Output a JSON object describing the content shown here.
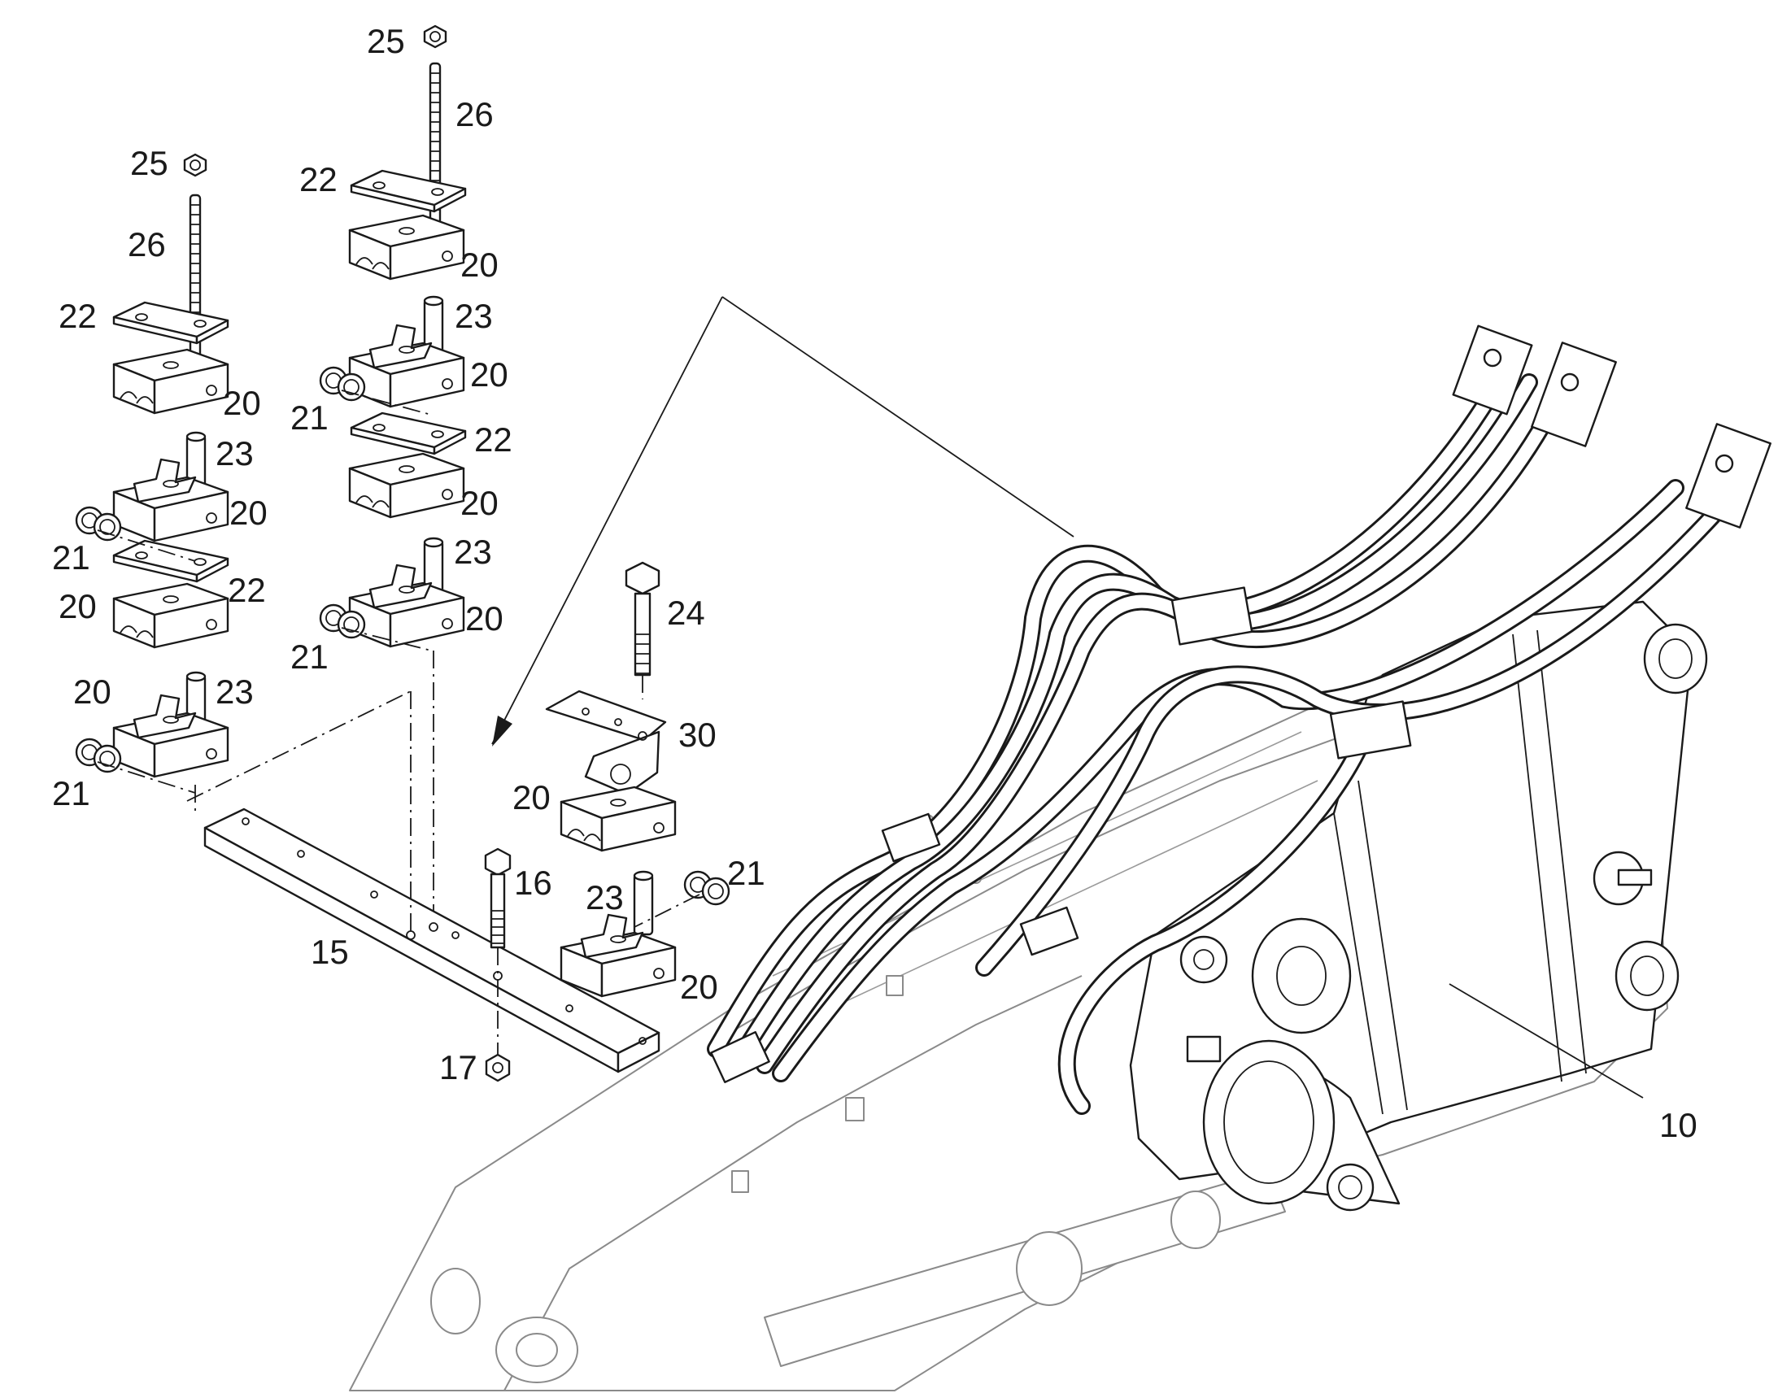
{
  "callouts": {
    "c10": "10",
    "c15": "15",
    "c16": "16",
    "c17": "17",
    "c20": "20",
    "c21": "21",
    "c22": "22",
    "c23": "23",
    "c24": "24",
    "c25": "25",
    "c26": "26",
    "c30": "30"
  }
}
